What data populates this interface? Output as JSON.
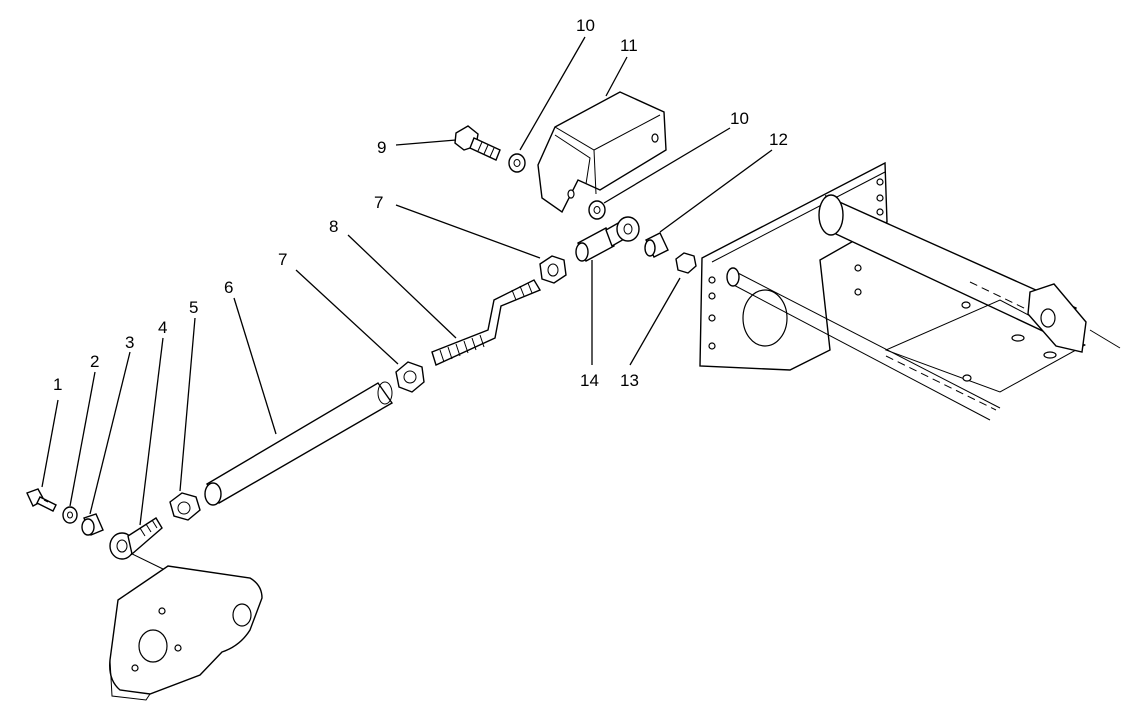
{
  "callouts": [
    {
      "id": "c1",
      "label": "1"
    },
    {
      "id": "c2",
      "label": "2"
    },
    {
      "id": "c3",
      "label": "3"
    },
    {
      "id": "c4",
      "label": "4"
    },
    {
      "id": "c5",
      "label": "5"
    },
    {
      "id": "c6",
      "label": "6"
    },
    {
      "id": "c7a",
      "label": "7"
    },
    {
      "id": "c7b",
      "label": "7"
    },
    {
      "id": "c8",
      "label": "8"
    },
    {
      "id": "c9",
      "label": "9"
    },
    {
      "id": "c10a",
      "label": "10"
    },
    {
      "id": "c10b",
      "label": "10"
    },
    {
      "id": "c11",
      "label": "11"
    },
    {
      "id": "c12",
      "label": "12"
    },
    {
      "id": "c13",
      "label": "13"
    },
    {
      "id": "c14",
      "label": "14"
    }
  ]
}
